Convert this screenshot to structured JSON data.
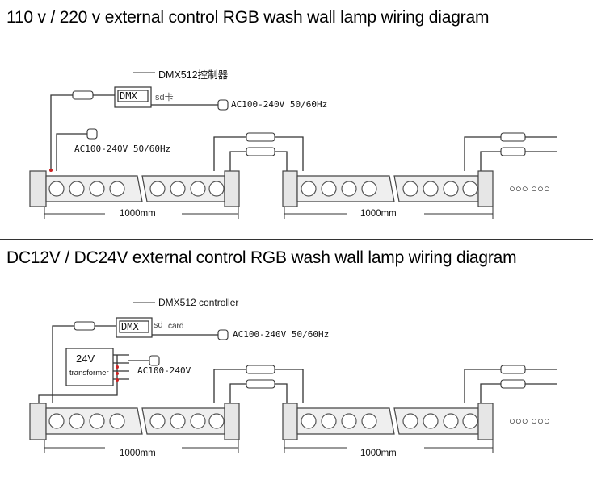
{
  "diagram_ac": {
    "title": "110 v / 220 v external control RGB wash wall lamp wiring diagram",
    "controller_label": "DMX512控制器",
    "dmx_text": "DMX",
    "sd_text": "sd卡",
    "power_label_controller": "AC100-240V  50/60Hz",
    "power_label_lamp": "AC100-240V  50/60Hz",
    "length_label_1": "1000mm",
    "length_label_2": "1000mm",
    "continuation": "○○○  ○○○"
  },
  "diagram_dc": {
    "title": "DC12V / DC24V external control RGB wash wall lamp wiring diagram",
    "controller_label": "DMX512 controller",
    "dmx_text": "DMX",
    "sd_text": "sd",
    "card_text": "card",
    "power_label_controller": "AC100-240V  50/60Hz",
    "transformer_voltage": "24V",
    "transformer_label": "transformer",
    "power_label_transformer": "AC100-240V",
    "length_label_1": "1000mm",
    "length_label_2": "1000mm",
    "continuation": "○○○  ○○○"
  }
}
